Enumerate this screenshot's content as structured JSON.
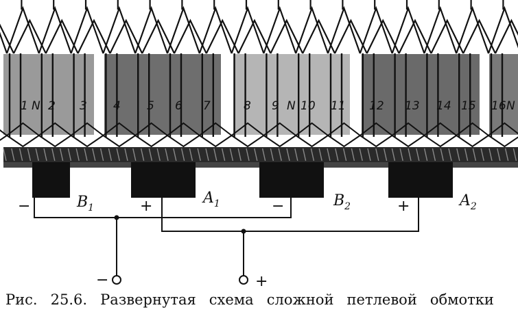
{
  "caption": {
    "words": [
      "Рис.",
      "25.6.",
      "Развернутая",
      "схема",
      "сложной",
      "петлевой",
      "обмотки"
    ]
  },
  "brushes": [
    {
      "label": "B",
      "sub": "1",
      "polarity": "−"
    },
    {
      "label": "A",
      "sub": "1",
      "polarity": "+"
    },
    {
      "label": "B",
      "sub": "2",
      "polarity": "−"
    },
    {
      "label": "A",
      "sub": "2",
      "polarity": "+"
    }
  ],
  "terminals": {
    "negative": "−",
    "positive": "+"
  },
  "poles": [
    {
      "text": [
        "1",
        "N",
        "2",
        "3"
      ]
    },
    {
      "text": [
        "4",
        "5",
        "6",
        "7"
      ]
    },
    {
      "text": [
        "8",
        "9",
        "N",
        "10",
        "11"
      ]
    },
    {
      "text": [
        "12",
        "13",
        "14",
        "15"
      ]
    },
    {
      "text": [
        "16",
        "N"
      ]
    }
  ],
  "colors": {
    "ink": "#111111",
    "pole_fill": "#8a8a8a",
    "paper": "#ffffff"
  }
}
